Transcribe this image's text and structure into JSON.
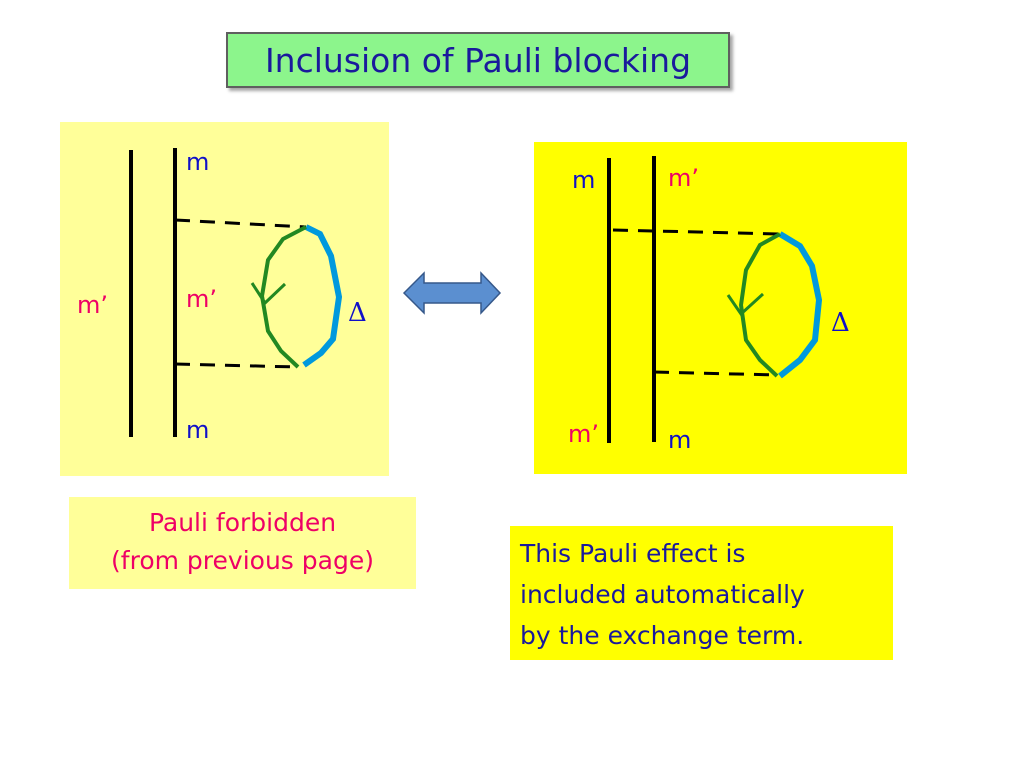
{
  "title": "Inclusion of Pauli blocking",
  "left_diagram": {
    "label_top": "m",
    "label_middle": "m’",
    "label_bottom": "m",
    "label_outer": "m’",
    "label_delta": "Δ"
  },
  "right_diagram": {
    "label_top_left": "m",
    "label_top_right": "m’",
    "label_bottom_left": "m’",
    "label_bottom_right": "m",
    "label_delta": "Δ"
  },
  "captions": {
    "left_line1": "Pauli forbidden",
    "left_line2": "(from previous page)",
    "right_line1": "This Pauli effect is",
    "right_line2": "included automatically",
    "right_line3": "by the exchange term."
  },
  "colors": {
    "title_bg": "#8cf58c",
    "left_panel_bg": "#ffff99",
    "right_panel_bg": "#ffff00",
    "nucleon_line": "#000000",
    "delta_upper": "#0099dd",
    "nucleon_lower": "#228822",
    "arrow_fill": "#5b8fd0"
  }
}
